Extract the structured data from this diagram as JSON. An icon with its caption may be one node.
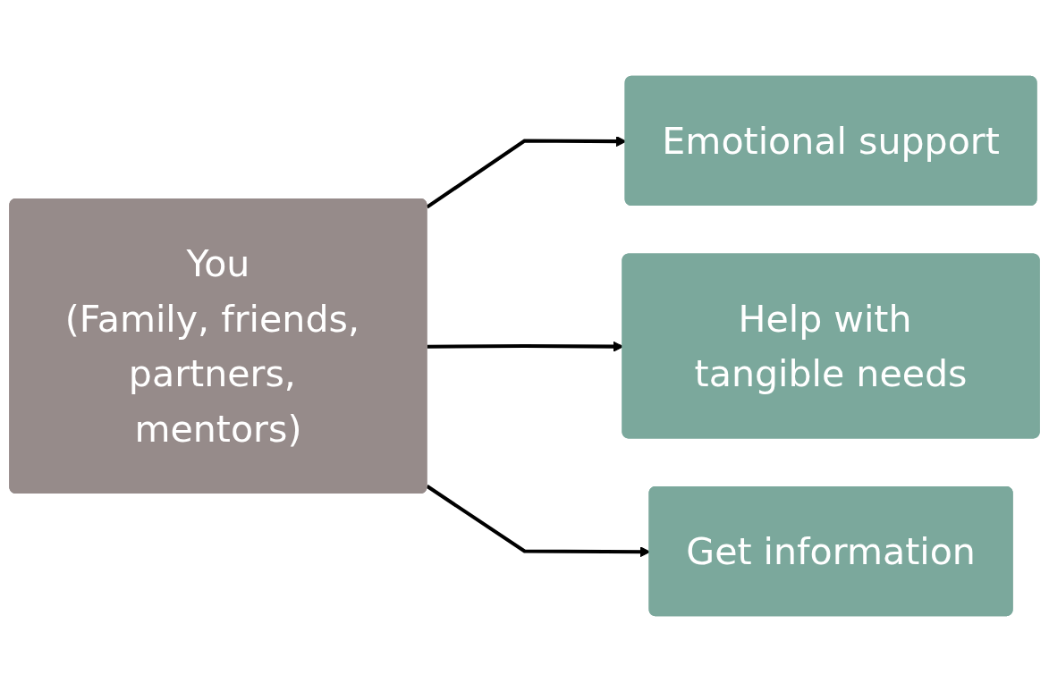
{
  "diagram": {
    "nodes": [
      {
        "text": [
          "You",
          "(Family, friends, partners, mentors)"
        ]
      },
      {
        "text": [
          "Emotional support"
        ]
      },
      {
        "text": [
          "Help with tangible needs"
        ]
      },
      {
        "text": [
          "Get information"
        ]
      }
    ],
    "edges": [
      {
        "from": 0,
        "to": 1,
        "arrow": "to"
      },
      {
        "from": 0,
        "to": 2,
        "arrow": "to"
      },
      {
        "from": 0,
        "to": 3,
        "arrow": "to"
      }
    ]
  }
}
